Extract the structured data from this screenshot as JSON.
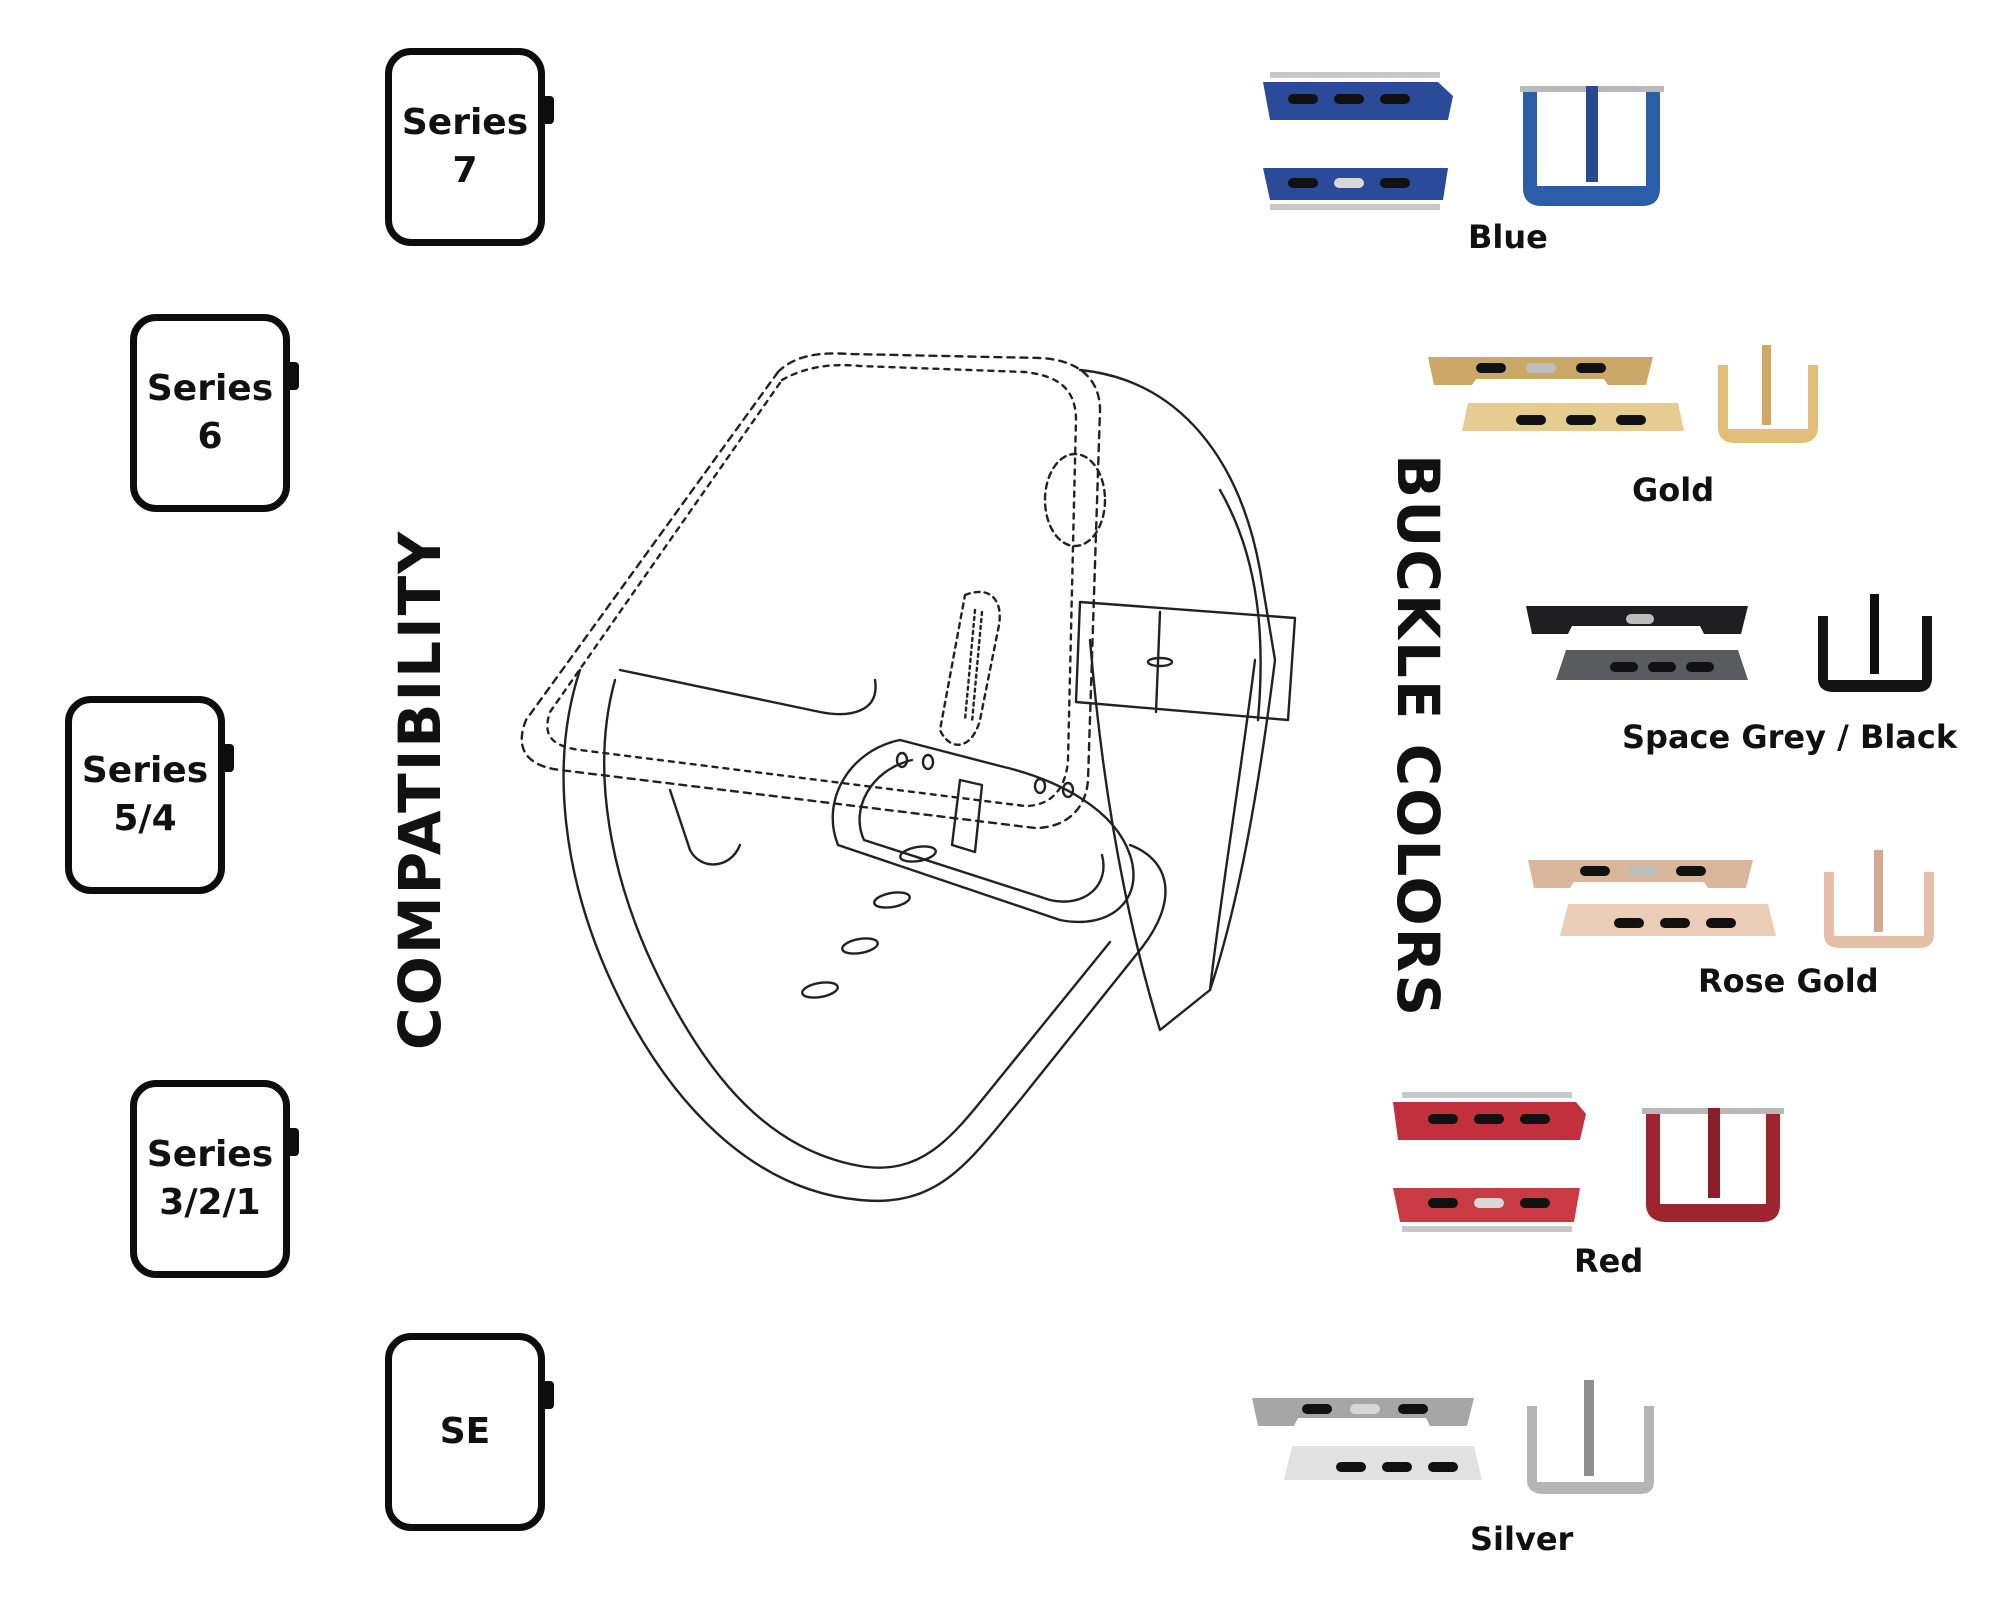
{
  "compatibility": {
    "heading": "COMPATIBILITY",
    "models": [
      {
        "label": "Series\n7"
      },
      {
        "label": "Series\n6"
      },
      {
        "label": "Series\n5/4"
      },
      {
        "label": "Series\n3/2/1"
      },
      {
        "label": "SE"
      }
    ]
  },
  "buckle_colors": {
    "heading": "BUCKLE COLORS",
    "colors": [
      {
        "name": "Blue",
        "hex": "#2c4a9a"
      },
      {
        "name": "Gold",
        "hex": "#d4b06a"
      },
      {
        "name": "Space Grey / Black",
        "hex": "#2a2a2c"
      },
      {
        "name": "Rose Gold",
        "hex": "#e0b9a0"
      },
      {
        "name": "Red",
        "hex": "#c1303c"
      },
      {
        "name": "Silver",
        "hex": "#bcbcbc"
      }
    ]
  }
}
